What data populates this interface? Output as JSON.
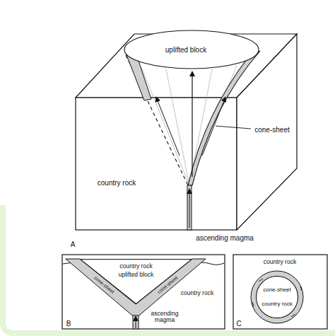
{
  "diagram": {
    "nodes": [
      {
        "text": [
          "uplifted block"
        ]
      },
      {
        "text": [
          "country rock",
          "uplifted block"
        ]
      },
      {
        "text": [
          "country rock"
        ]
      }
    ],
    "labels": [
      "cone-sheet",
      "country rock",
      "ascending magma",
      "A",
      "cone-sheet",
      "cone-sheet",
      "country rock",
      "ascending magma",
      "B",
      "country rock",
      "cone-sheet",
      "C"
    ]
  }
}
